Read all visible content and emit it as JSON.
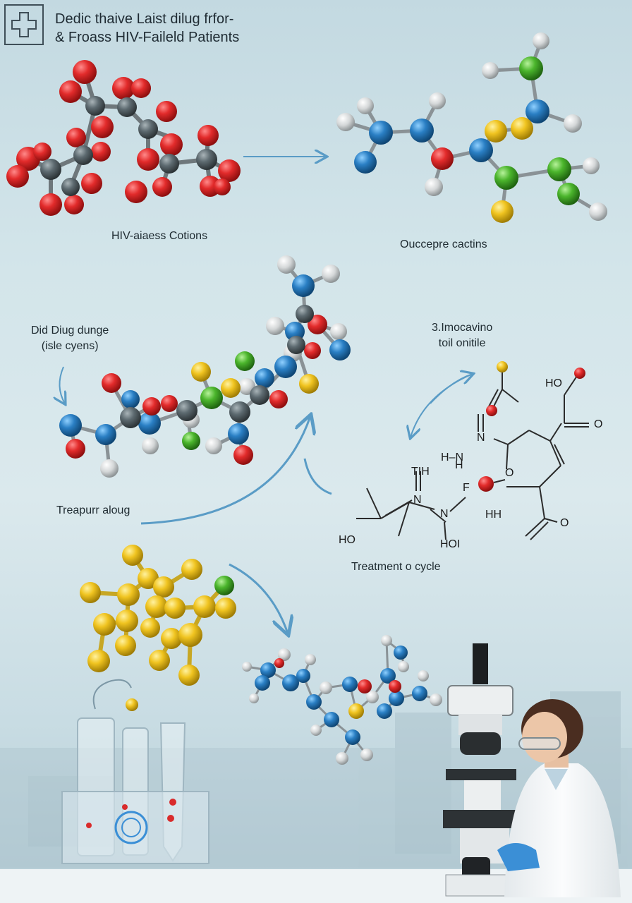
{
  "header": {
    "title_line1": "Dedic thaive Laist dilug frfor-",
    "title_line2": "& Froass HIV-Faileld Patients",
    "icon": "medical-cross-icon"
  },
  "labels": {
    "molecule_left": "HIV-aiaess Cotions",
    "molecule_right": "Ouccepre cactins",
    "drug_line1": "Did Diug dunge",
    "drug_line2": "(isle cyens)",
    "struct_title_line1": "3.Imocavino",
    "struct_title_line2": "toil onitile",
    "treatment_left": "Treapurr aloug",
    "treatment_cycle": "Treatment o cycle"
  },
  "structure_labels": {
    "ho_top": "HO",
    "o_right_top": "O",
    "n_upper": "N",
    "h_n": "H–N",
    "h_lower": "H",
    "o_ring": "O",
    "tih": "TIH",
    "n_mid": "N",
    "n_lower": "N",
    "f": "F",
    "hh": "HH",
    "o_right_bottom": "O",
    "ho_left": "HO",
    "hoi": "HOI"
  },
  "colors": {
    "oxygen": "#d92b2b",
    "carbon": "#5d6a70",
    "nitrogen": "#2a7fc4",
    "sulfur": "#f0c420",
    "chlorine": "#4bb52c",
    "hydrogen": "#d4d7d8",
    "arrow": "#5a9cc6",
    "coat": "#f3f5f6",
    "glove": "#3b8fd6"
  }
}
